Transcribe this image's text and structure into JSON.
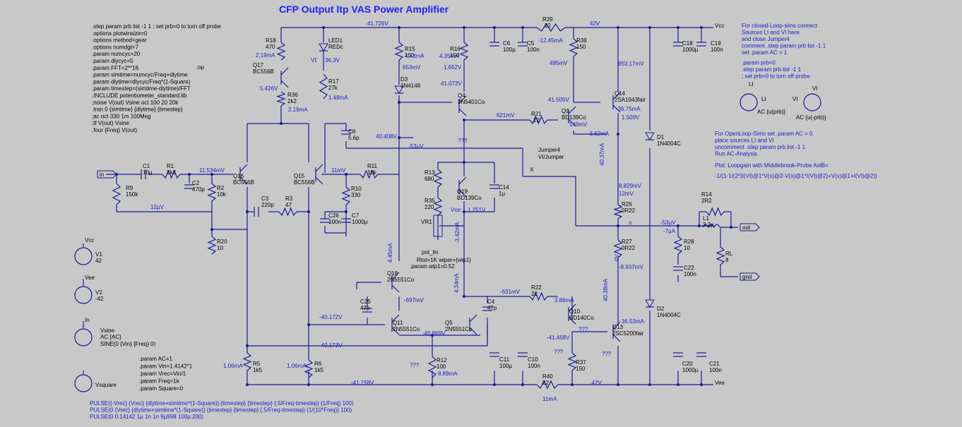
{
  "title": "CFP Output ltp VAS Power Amplifier",
  "directives": [
    ".step param prb list -1 1 ; set prb=0 to turn off probe",
    ".options plotwinsize=0",
    ".options method=gear",
    ".options numdgt=7",
    ".param numcyc=20",
    ".param dlycyc=5",
    ".param FFT=2**16",
    ".param simtime=numcyc/Freq+dlytime",
    ".param dlytime=dlycyc/Freq*(1-Square)",
    ".param timestep=(simtime-dlytime)/FFT",
    ".INCLUDE potentiometer_standard.lib",
    ";noise V(out) Vsine oct 100 20 20k",
    ".tran 0 {simtime} {dlytime} {timestep}",
    ";ac oct 330 1m 100Meg",
    ";tf V(out) Vsine",
    ".four {Freq} V(out)"
  ],
  "op_comment": ";op",
  "notes_right": [
    "For closed-Loop-sims connect",
    "Sources LI and VI here",
    "and close Jumper4",
    "comment .step param prb list -1 1",
    "set .param AC = 1",
    ".param prb=0",
    ".step param prb list -1 1",
    "; set prb=0 to turn off probe"
  ],
  "notes_openloop": [
    "For OpenLoop-Sims set .param AC = 0",
    "place sources LI and VI",
    "uncomment .step param prb list -1 1",
    "Run AC-Analysis"
  ],
  "plot_note": "Plot: Loopgain with Middlebrook-Probe AolB=",
  "plot_formula": "-1/(1-1/(2*(I(VI)@1*V(x)@2-V(x)@1*I(VI)@2)+V(x)@1+I(VI)@2))",
  "bottom_directives": [
    "PULSE({-Vrec} {Vrec} {dlytime+simtime*(1-Square)} {timestep} {timestep} {.5/Freq-timestep} {1/Freq} 100)",
    "PULSE(0 {Vrec} {dlytime+simtime*(1-Square)} {timestep} {timestep} {.5/Freq-timestep} {1/(10*Freq)} 100)",
    "PULSE(0 0.14142 1µ 1n 1n 9µ998 100µ 200)"
  ],
  "source_params": [
    ".param AC=1",
    ".param Vin=1.4142*1",
    ".param Vrec=Vin/1",
    ".param Freq=1k",
    ".param Square=0"
  ],
  "vsine": {
    "name": "Vsine",
    "ac": "AC {AC}",
    "sine": "SINE(0 {Vin} {Freq} 0)"
  },
  "vsquare": {
    "name": "Vsquare"
  },
  "supplies": [
    {
      "name": "V1",
      "value": "42",
      "flag": "Vcc"
    },
    {
      "name": "V2",
      "value": "-42",
      "flag": "Vee"
    }
  ],
  "probe_sources": [
    {
      "name": "LI",
      "value": "AC {u(prb)}"
    },
    {
      "name": "VI",
      "value": "AC {u(-prb)}"
    }
  ],
  "jumper": {
    "name": "Jumper4",
    "value": "VI/Jumper",
    "node": "X"
  },
  "pot_label": "pot_lin",
  "pot_params": [
    "Rtot=1K wiper={wip1}",
    ".param wip1=0.52"
  ],
  "components": [
    {
      "ref": "R18",
      "value": "470"
    },
    {
      "ref": "Q17",
      "value": "BC556B"
    },
    {
      "ref": "R36",
      "value": "2k2"
    },
    {
      "ref": "LED1",
      "value": "REDc"
    },
    {
      "ref": "R17",
      "value": "27k"
    },
    {
      "ref": "R15",
      "value": "150"
    },
    {
      "ref": "D3",
      "value": "1N4148"
    },
    {
      "ref": "R16",
      "value": "150"
    },
    {
      "ref": "Q4",
      "value": "2N5401Co"
    },
    {
      "ref": "C6",
      "value": "100µ"
    },
    {
      "ref": "C5",
      "value": "100n"
    },
    {
      "ref": "R39",
      "value": "22"
    },
    {
      "ref": "R38",
      "value": "150"
    },
    {
      "ref": "C18",
      "value": "1000µ"
    },
    {
      "ref": "C19",
      "value": "100n"
    },
    {
      "ref": "R21",
      "value": "22"
    },
    {
      "ref": "Q9",
      "value": "BD139Co"
    },
    {
      "ref": "Q14",
      "value": "2SA1943fair"
    },
    {
      "ref": "D1",
      "value": "1N4004C"
    },
    {
      "ref": "C1",
      "value": "10µ"
    },
    {
      "ref": "R1",
      "value": "2k2"
    },
    {
      "ref": "C2",
      "value": "470p"
    },
    {
      "ref": "R9",
      "value": "150k"
    },
    {
      "ref": "R2",
      "value": "10k"
    },
    {
      "ref": "Q16",
      "value": "BC556B"
    },
    {
      "ref": "Q15",
      "value": "BC556B"
    },
    {
      "ref": "C8",
      "value": "5.6p"
    },
    {
      "ref": "R11",
      "value": "10k"
    },
    {
      "ref": "R10",
      "value": "330"
    },
    {
      "ref": "C3",
      "value": "220p"
    },
    {
      "ref": "R3",
      "value": "47"
    },
    {
      "ref": "C26",
      "value": "100n"
    },
    {
      "ref": "C7",
      "value": "1000µ"
    },
    {
      "ref": "R20",
      "value": "10"
    },
    {
      "ref": "R13",
      "value": "680"
    },
    {
      "ref": "Q19",
      "value": "BD139Co"
    },
    {
      "ref": "C14",
      "value": "1µ"
    },
    {
      "ref": "R35",
      "value": "220"
    },
    {
      "ref": "VR1",
      "value": ""
    },
    {
      "ref": "R26",
      "value": "0R22"
    },
    {
      "ref": "R27",
      "value": "0R22"
    },
    {
      "ref": "R14",
      "value": "2R2"
    },
    {
      "ref": "L1",
      "value": "2.2µ"
    },
    {
      "ref": "R28",
      "value": "10"
    },
    {
      "ref": "C22",
      "value": "100n"
    },
    {
      "ref": "RL",
      "value": "8"
    },
    {
      "ref": "Q18",
      "value": "2N5551Co"
    },
    {
      "ref": "C25",
      "value": "47p"
    },
    {
      "ref": "Q11",
      "value": "2N5551Co"
    },
    {
      "ref": "Q5",
      "value": "2N5551Co"
    },
    {
      "ref": "C4",
      "value": "47p"
    },
    {
      "ref": "R22",
      "value": "22"
    },
    {
      "ref": "Q10",
      "value": "BD140Co"
    },
    {
      "ref": "Q13",
      "value": "2SC5200fair"
    },
    {
      "ref": "D2",
      "value": "1N4004C"
    },
    {
      "ref": "R5",
      "value": "1k5"
    },
    {
      "ref": "R6",
      "value": "1k5"
    },
    {
      "ref": "R12",
      "value": "100"
    },
    {
      "ref": "C11",
      "value": "100µ"
    },
    {
      "ref": "C10",
      "value": "100n"
    },
    {
      "ref": "R40",
      "value": "22"
    },
    {
      "ref": "R37",
      "value": "150"
    },
    {
      "ref": "C20",
      "value": "1000µ"
    },
    {
      "ref": "C21",
      "value": "100n"
    }
  ],
  "annotations": [
    "41.726V",
    "42V",
    "2.19mA",
    "Vf:",
    "36.3V",
    "5.426V",
    "2.19mA",
    "1.48mA",
    "4.43mA",
    "653mV",
    "4.35mA",
    "1.652V",
    "41.073V",
    "-12.45mA",
    "495mV",
    "853.17mV",
    "41.505V",
    "149mV",
    "-36.75mA",
    "1.509V",
    "621mV",
    "-3.62mA",
    "40.408V",
    "-53µV",
    "11.534mV",
    "11mV",
    "12µV",
    "???",
    "Vce:",
    "1.251V",
    "-3.42mA",
    "4.45mA",
    "40.37mA",
    "8.829mV",
    "12mV",
    "-53µV",
    "-7µA",
    "o",
    "0V",
    "-8.937mV",
    "40.38mA",
    "-631mV",
    "3.86mA",
    "36.53mA",
    "-41.468V",
    "4.34mA",
    "-697mV",
    "-40.172V",
    "-40.869V",
    "-40.173V",
    "1.06mA",
    "1.06mA",
    "8.89mA",
    "-41.758V",
    "11mA",
    "-42V",
    "???",
    "???",
    "???",
    "???"
  ],
  "ports": [
    "in",
    "out",
    "gnd",
    "Vcc",
    "Vee",
    "Vcc",
    "Vee",
    "In",
    "LI",
    "VI"
  ]
}
